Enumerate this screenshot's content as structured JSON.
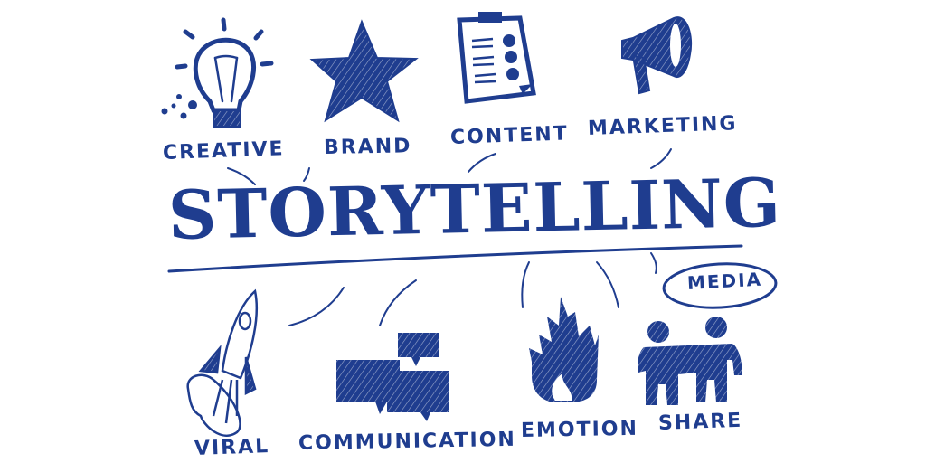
{
  "title": "STORYTELLING",
  "colors": {
    "ink": "#1f3d8f",
    "background": "#ffffff"
  },
  "concepts_top": [
    {
      "label": "CREATIVE",
      "icon": "lightbulb-icon"
    },
    {
      "label": "BRAND",
      "icon": "star-icon"
    },
    {
      "label": "CONTENT",
      "icon": "clipboard-checklist-icon"
    },
    {
      "label": "MARKETING",
      "icon": "megaphone-icon"
    }
  ],
  "concepts_bottom": [
    {
      "label": "VIRAL",
      "icon": "rocket-icon"
    },
    {
      "label": "COMMUNICATION",
      "icon": "speech-bubbles-icon"
    },
    {
      "label": "EMOTION",
      "icon": "flame-icon"
    },
    {
      "label": "SHARE",
      "icon": "people-puzzle-icon"
    }
  ],
  "media_badge": "MEDIA"
}
